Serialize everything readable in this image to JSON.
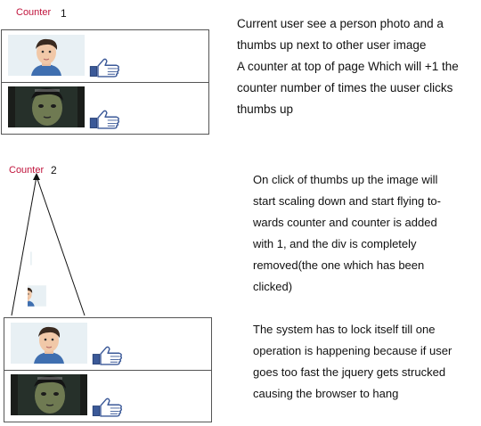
{
  "section1": {
    "counter_label": "Counter",
    "counter_value": "1",
    "description": [
      "Current user see a person photo and a",
      "thumbs up next to other user image",
      "A counter at top of page Which will +1 the",
      "counter number of times the uuser clicks",
      "thumbs up"
    ]
  },
  "section2": {
    "counter_label": "Counter",
    "counter_value": "2",
    "description_a": [
      "On click of thumbs up the image will",
      "start scaling down and start flying to-",
      "wards counter and counter is added",
      "with 1, and the div is completely",
      "removed(the one which has been",
      "clicked)"
    ],
    "description_b": [
      "The system has to lock itself till one",
      "operation is happening because if user",
      "goes too fast the jquery gets strucked",
      "causing the browser to hang"
    ]
  },
  "colors": {
    "counter_label": "#c0143c",
    "thumb_blue": "#3b5998",
    "border": "#555555"
  },
  "icons": [
    "person-photo-icon",
    "dark-face-photo-icon",
    "thumbs-up-icon"
  ]
}
